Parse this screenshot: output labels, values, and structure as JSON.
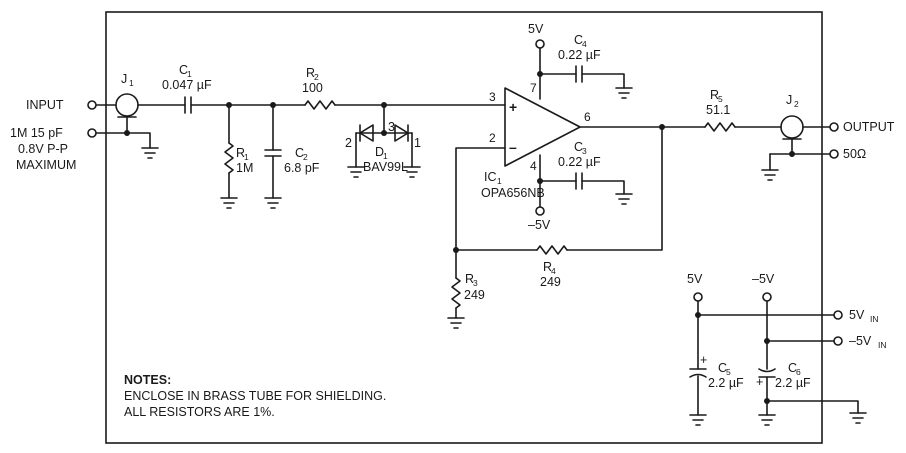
{
  "ports": {
    "input": "INPUT",
    "input_spec": [
      "1M 15 pF",
      "0.8V P-P",
      "MAXIMUM"
    ],
    "output": "OUTPUT",
    "term": "50Ω"
  },
  "components": {
    "j1": {
      "ref": "J",
      "sub": "1"
    },
    "j2": {
      "ref": "J",
      "sub": "2"
    },
    "c1": {
      "ref": "C",
      "sub": "1",
      "value": "0.047 µF"
    },
    "r1": {
      "ref": "R",
      "sub": "1",
      "value": "1M"
    },
    "c2": {
      "ref": "C",
      "sub": "2",
      "value": "6.8 pF"
    },
    "r2": {
      "ref": "R",
      "sub": "2",
      "value": "100"
    },
    "d1": {
      "ref": "D",
      "sub": "1",
      "value": "BAV99L",
      "pins": [
        "2",
        "3",
        "1"
      ]
    },
    "ic1": {
      "ref": "IC",
      "sub": "1",
      "value": "OPA656NB",
      "pins": {
        "noninv": "3",
        "inv": "2",
        "out": "6",
        "vpos": "7",
        "vneg": "4"
      },
      "plus": "+",
      "minus": "–"
    },
    "c4": {
      "ref": "C",
      "sub": "4",
      "value": "0.22 µF"
    },
    "c3": {
      "ref": "C",
      "sub": "3",
      "value": "0.22 µF"
    },
    "r3": {
      "ref": "R",
      "sub": "3",
      "value": "249"
    },
    "r4": {
      "ref": "R",
      "sub": "4",
      "value": "249"
    },
    "r5": {
      "ref": "R",
      "sub": "5",
      "value": "51.1"
    },
    "c5": {
      "ref": "C",
      "sub": "5",
      "value": "2.2 µF"
    },
    "c6": {
      "ref": "C",
      "sub": "6",
      "value": "2.2 µF"
    }
  },
  "supplies": {
    "pos_ic": "5V",
    "neg_ic": "–5V",
    "pos_rail": "5V",
    "neg_rail": "–5V",
    "pos_in": {
      "main": "5V",
      "sub": "IN"
    },
    "neg_in": {
      "main": "–5V",
      "sub": "IN"
    }
  },
  "notes": {
    "heading": "NOTES",
    "lines": [
      "ENCLOSE IN BRASS TUBE FOR SHIELDING.",
      "ALL RESISTORS ARE 1%."
    ]
  }
}
